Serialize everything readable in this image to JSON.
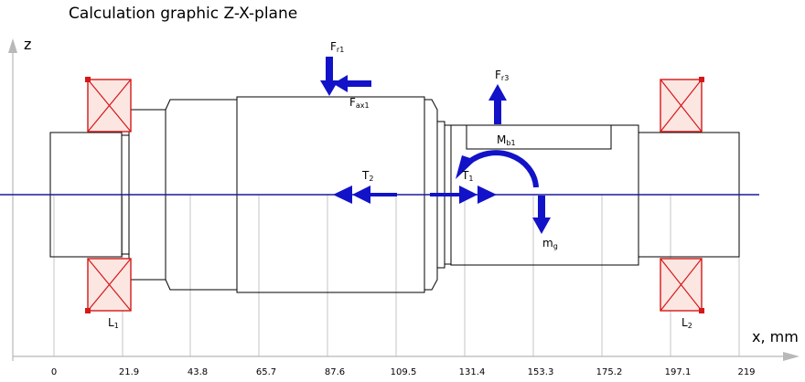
{
  "title": "Calculation graphic Z-X-plane",
  "axes": {
    "z_label": "z",
    "x_label": "x, mm",
    "ticks": [
      "0",
      "21.9",
      "43.8",
      "65.7",
      "87.6",
      "109.5",
      "131.4",
      "153.3",
      "175.2",
      "197.1",
      "219"
    ]
  },
  "bearings": {
    "left_label": "L",
    "left_sub": "1",
    "right_label": "L",
    "right_sub": "2"
  },
  "forces": {
    "fr1_label": "F",
    "fr1_sub": "r1",
    "fax1_label": "F",
    "fax1_sub": "ax1",
    "fr3_label": "F",
    "fr3_sub": "r3",
    "mb1_label": "M",
    "mb1_sub": "b1",
    "t2_label": "T",
    "t2_sub": "2",
    "t1_label": "T",
    "t1_sub": "1",
    "mg_label": "m",
    "mg_sub": "g"
  },
  "colors": {
    "force": "#1212c8",
    "bearing": "#d51818",
    "centerline": "#1a1a9e"
  }
}
